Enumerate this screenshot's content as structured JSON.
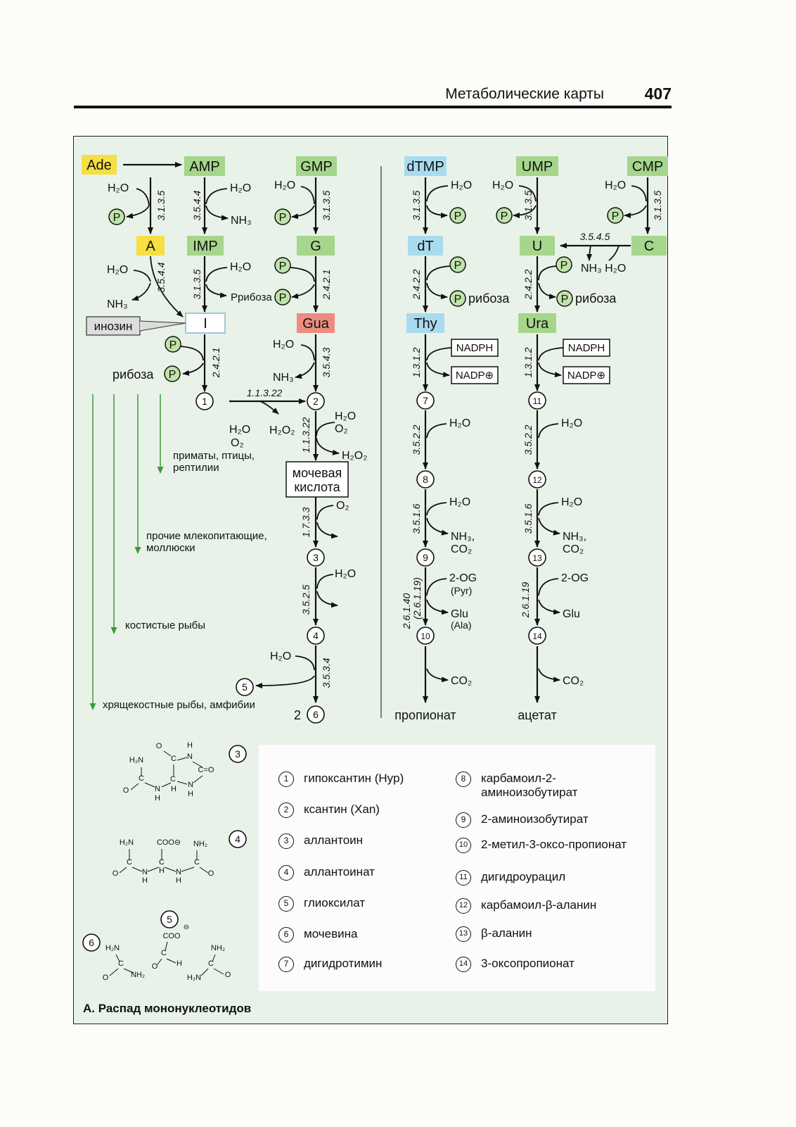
{
  "header": {
    "title": "Метаболические карты",
    "page": "407"
  },
  "caption": "А. Распад мононуклеотидов",
  "colors": {
    "yellow": "#f6df42",
    "green": "#a6d58c",
    "blue": "#a9dbef",
    "red": "#ec8c80",
    "phos": "#bfe3a9",
    "panel": "#e9f2e9"
  },
  "nodes": {
    "ade": "Ade",
    "amp": "AMP",
    "gmp": "GMP",
    "a": "A",
    "imp": "IMP",
    "g": "G",
    "i": "I",
    "gua": "Gua",
    "inosine": "инозин",
    "uric": [
      "мочевая",
      "кислота"
    ],
    "dtmp": "dTMP",
    "ump": "UMP",
    "cmp": "CMP",
    "dt": "dT",
    "u": "U",
    "c": "C",
    "thy": "Thy",
    "ura": "Ura",
    "propionate": "пропионат",
    "acetate": "ацетат"
  },
  "enzymes": {
    "e3135": "3.1.3.5",
    "e3544": "3.5.4.4",
    "e2421": "2.4.2.1",
    "e3543": "3.5.4.3",
    "e11322": "1.1.3.22",
    "e1733": "1.7.3.3",
    "e3525": "3.5.2.5",
    "e3534": "3.5.3.4",
    "e2422": "2.4.2.2",
    "e3545": "3.5.4.5",
    "e1312": "1.3.1.2",
    "e3522": "3.5.2.2",
    "e3516": "3.5.1.6",
    "e26140": "2.6.1.40",
    "e26119p": "(2.6.1.19)",
    "e26119": "2.6.1.19"
  },
  "labels": {
    "h2o": "H₂O",
    "o2": "O₂",
    "nh3": "NH₃",
    "h2o2": "H₂O₂",
    "co2": "CO₂",
    "p": "P",
    "pribose": "Pрибоза",
    "ribose": "рибоза",
    "nadph": "NADPH",
    "nadp": "NADP⊕",
    "nh3h2o": "NH₃ H₂O",
    "nh3co2": "NH₃,",
    "og": "2-OG",
    "pyr": "(Pyr)",
    "glu": "Glu",
    "ala": "(Ala)",
    "two": "2"
  },
  "species": [
    "приматы, птицы,",
    "рептилии",
    "прочие млекопитающие,",
    "моллюски",
    "костистые рыбы",
    "хрящекостные рыбы, амфибии"
  ],
  "legend": [
    {
      "n": "1",
      "name": "гипоксантин (Hyp)"
    },
    {
      "n": "2",
      "name": "ксантин (Xan)"
    },
    {
      "n": "3",
      "name": "аллантоин"
    },
    {
      "n": "4",
      "name": "аллантоинат"
    },
    {
      "n": "5",
      "name": "глиоксилат"
    },
    {
      "n": "6",
      "name": "мочевина"
    },
    {
      "n": "7",
      "name": "дигидротимин"
    },
    {
      "n": "8",
      "name": "карбамоил-2-аминоизобутират"
    },
    {
      "n": "9",
      "name": "2-аминоизобутират"
    },
    {
      "n": "10",
      "name": "2-метил-3-оксо-пропионат"
    },
    {
      "n": "11",
      "name": "дигидроурацил"
    },
    {
      "n": "12",
      "name": "карбамоил-β-аланин"
    },
    {
      "n": "13",
      "name": "β-аланин"
    },
    {
      "n": "14",
      "name": "3-оксопропионат"
    }
  ]
}
